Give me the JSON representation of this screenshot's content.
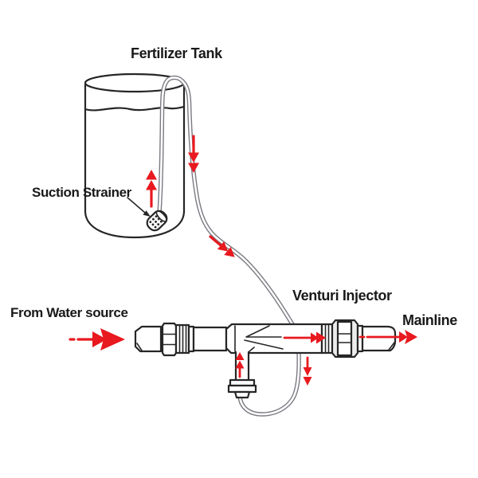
{
  "labels": {
    "fertilizer_tank": "Fertilizer Tank",
    "suction_strainer": "Suction Strainer",
    "from_water_source": "From Water source",
    "venturi_injector": "Venturi Injector",
    "mainline": "Mainline"
  },
  "colors": {
    "arrow_red": "#e8191f",
    "line_dark": "#262626",
    "tube_gray": "#7a7a82",
    "label_ink": "#191919",
    "background": "#ffffff"
  },
  "flow_arrows": [
    {
      "id": "suction-up-inside-tank",
      "direction": "up"
    },
    {
      "id": "down-outside-tank-tube",
      "direction": "down"
    },
    {
      "id": "along-suction-tube",
      "direction": "down-right"
    },
    {
      "id": "water-source-inlet",
      "direction": "right"
    },
    {
      "id": "through-venturi-body",
      "direction": "right"
    },
    {
      "id": "outlet-to-mainline",
      "direction": "right"
    },
    {
      "id": "up-into-suction-port",
      "direction": "up"
    },
    {
      "id": "down-loop-tube",
      "direction": "down"
    }
  ]
}
